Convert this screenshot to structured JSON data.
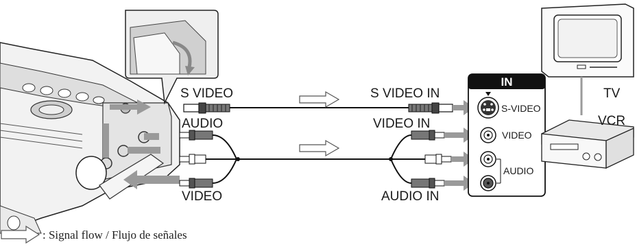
{
  "left_labels": {
    "s_video": "S VIDEO",
    "audio": "AUDIO",
    "video": "VIDEO"
  },
  "right_labels": {
    "s_video_in": "S VIDEO IN",
    "video_in": "VIDEO IN",
    "audio_in": "AUDIO IN"
  },
  "panel": {
    "title": "IN",
    "s_video": "S-VIDEO",
    "video": "VIDEO",
    "audio": "AUDIO"
  },
  "devices": {
    "tv": "TV",
    "vcr": "VCR"
  },
  "legend": {
    "text": ": Signal flow / Flujo de señales"
  },
  "icons": [
    "signal-flow-arrow-icon",
    "s-video-plug-icon",
    "rca-plug-icon",
    "s-video-jack-icon",
    "rca-jack-icon",
    "down-arrow-icon"
  ]
}
